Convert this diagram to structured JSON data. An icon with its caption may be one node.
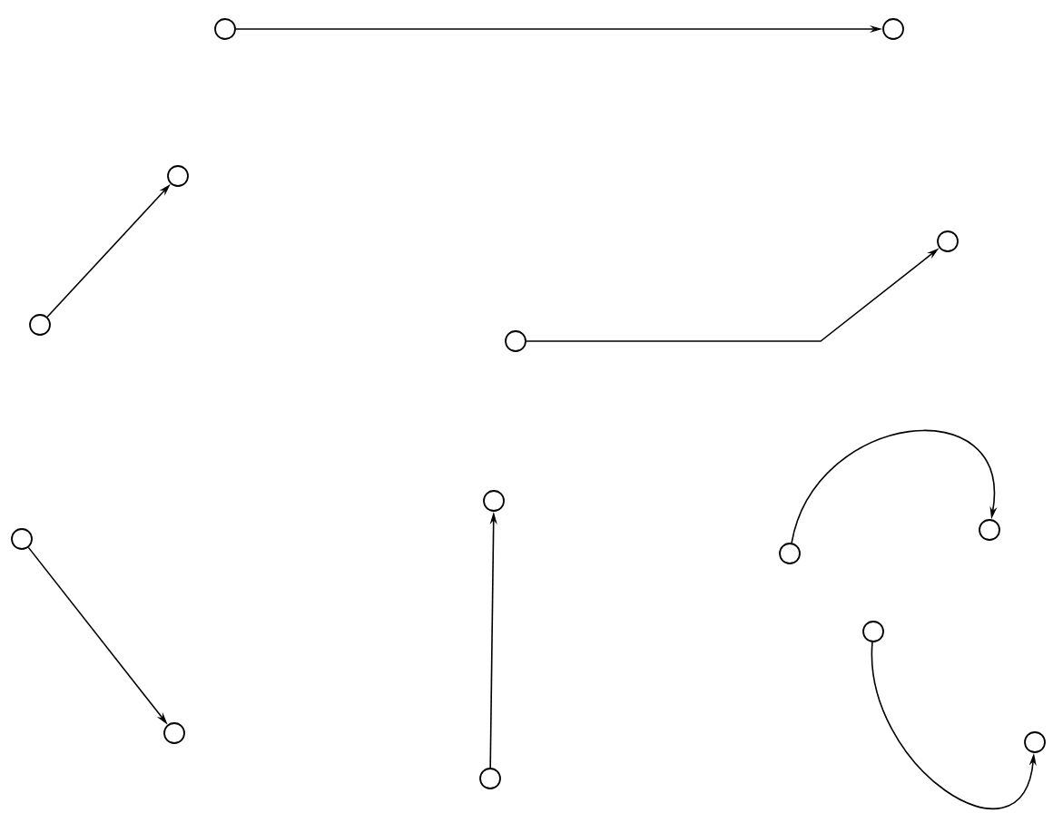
{
  "diagram": {
    "nodes": [
      {
        "text": [],
        "shape": "circle"
      },
      {
        "text": [],
        "shape": "circle"
      },
      {
        "text": [],
        "shape": "circle"
      },
      {
        "text": [],
        "shape": "circle"
      },
      {
        "text": [],
        "shape": "circle"
      },
      {
        "text": [],
        "shape": "circle"
      },
      {
        "text": [],
        "shape": "circle"
      },
      {
        "text": [],
        "shape": "circle"
      },
      {
        "text": [],
        "shape": "circle"
      },
      {
        "text": [],
        "shape": "circle"
      },
      {
        "text": [],
        "shape": "circle"
      },
      {
        "text": [],
        "shape": "circle"
      },
      {
        "text": [],
        "shape": "circle"
      },
      {
        "text": [],
        "shape": "circle"
      }
    ],
    "edges": [
      {
        "from": 0,
        "to": 1,
        "arrow": "to"
      },
      {
        "from": 2,
        "to": 3,
        "arrow": "to"
      },
      {
        "from": 4,
        "to": 5,
        "arrow": "to"
      },
      {
        "from": 6,
        "to": 7,
        "arrow": "to"
      },
      {
        "from": 8,
        "to": 9,
        "arrow": "to"
      },
      {
        "from": 10,
        "to": 11,
        "arrow": "to"
      },
      {
        "from": 12,
        "to": 13,
        "arrow": "to"
      }
    ]
  }
}
